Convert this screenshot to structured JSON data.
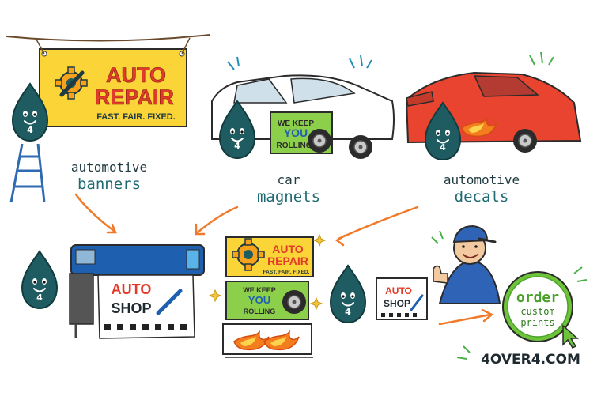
{
  "banner": {
    "line1": "AUTO",
    "line2": "REPAIR",
    "tagline": "FAST. FAIR. FIXED."
  },
  "magnet": {
    "line1": "WE KEEP",
    "line2": "YOU",
    "line3": "ROLLING"
  },
  "labels": {
    "banners": {
      "line1": "automotive",
      "line2": "banners"
    },
    "magnets": {
      "line1": "car",
      "line2": "magnets"
    },
    "decals": {
      "line1": "automotive",
      "line2": "decals"
    }
  },
  "print": {
    "line1": "AUTO",
    "line2": "SHOP"
  },
  "stack_top": {
    "line1": "AUTO",
    "line2": "REPAIR",
    "tagline": "FAST. FAIR. FIXED."
  },
  "stack_mid": {
    "line1": "WE KEEP",
    "line2": "YOU",
    "line3": "ROLLING"
  },
  "small_sign": {
    "line1": "AUTO",
    "line2": "SHOP"
  },
  "mascot_number": "4",
  "order_badge": {
    "line1": "order",
    "line2": "custom",
    "line3": "prints"
  },
  "url": "4OVER4.COM",
  "colors": {
    "teal": "#1e5c61",
    "banner_yellow": "#fbd437",
    "accent_red": "#e23b2a",
    "accent_blue": "#1f5fb0",
    "magnet_green": "#8ccf4a",
    "car_red": "#e8442f",
    "arrow_orange": "#f07a2a",
    "badge_green": "#6dc43a"
  }
}
